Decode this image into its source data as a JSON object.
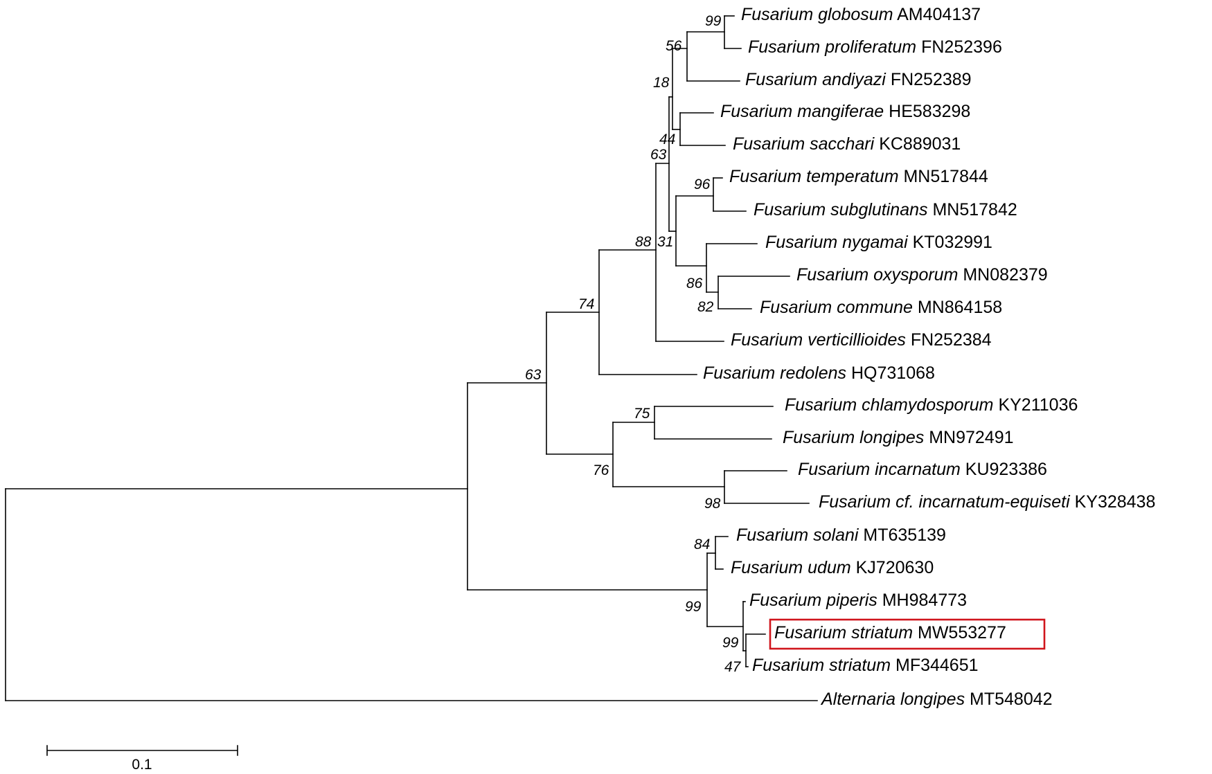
{
  "taxa": [
    {
      "species": "Fusarium globosum",
      "accession": "AM404137"
    },
    {
      "species": "Fusarium proliferatum",
      "accession": "FN252396"
    },
    {
      "species": "Fusarium andiyazi",
      "accession": "FN252389"
    },
    {
      "species": "Fusarium mangiferae",
      "accession": "HE583298"
    },
    {
      "species": "Fusarium sacchari",
      "accession": "KC889031"
    },
    {
      "species": "Fusarium temperatum",
      "accession": "MN517844"
    },
    {
      "species": "Fusarium subglutinans",
      "accession": "MN517842"
    },
    {
      "species": "Fusarium nygamai",
      "accession": "KT032991"
    },
    {
      "species": "Fusarium oxysporum",
      "accession": "MN082379"
    },
    {
      "species": "Fusarium commune",
      "accession": "MN864158"
    },
    {
      "species": "Fusarium verticillioides",
      "accession": "FN252384"
    },
    {
      "species": "Fusarium redolens",
      "accession": "HQ731068"
    },
    {
      "species": "Fusarium chlamydosporum",
      "accession": "KY211036"
    },
    {
      "species": "Fusarium longipes",
      "accession": "MN972491"
    },
    {
      "species": "Fusarium incarnatum",
      "accession": "KU923386"
    },
    {
      "species": "Fusarium cf. incarnatum-equiseti",
      "accession": "KY328438"
    },
    {
      "species": "Fusarium solani",
      "accession": "MT635139"
    },
    {
      "species": "Fusarium udum",
      "accession": "KJ720630"
    },
    {
      "species": "Fusarium piperis",
      "accession": "MH984773"
    },
    {
      "species": "Fusarium striatum",
      "accession": "MW553277",
      "highlighted": true
    },
    {
      "species": "Fusarium striatum",
      "accession": "MF344651"
    },
    {
      "species": "Alternaria longipes",
      "accession": "MT548042"
    }
  ],
  "bootstrap": {
    "globosum_proliferatum": "99",
    "gfp_andiyazi": "56",
    "upper_group": "18",
    "mangiferae_sacchari": "44",
    "fujikuroi_core": "63",
    "temperatum_subglutinans": "96",
    "temp_nyg_group": "31",
    "fujikuroi_complex": "88",
    "nygamai_oxy_commune": "86",
    "oxysporum_commune": "82",
    "with_redolens": "74",
    "main_clade": "63",
    "chlamydosporum_longipes": "75",
    "incarnatum_equiseti": "98",
    "chlamy_incarnatum": "76",
    "solani_udum": "84",
    "solani_complex": "99",
    "piperis_striatum": "99",
    "striatum_pair": "47"
  },
  "scale_bar": {
    "label": "0.1",
    "length": 0.1
  },
  "highlight_color": "#d0151c"
}
